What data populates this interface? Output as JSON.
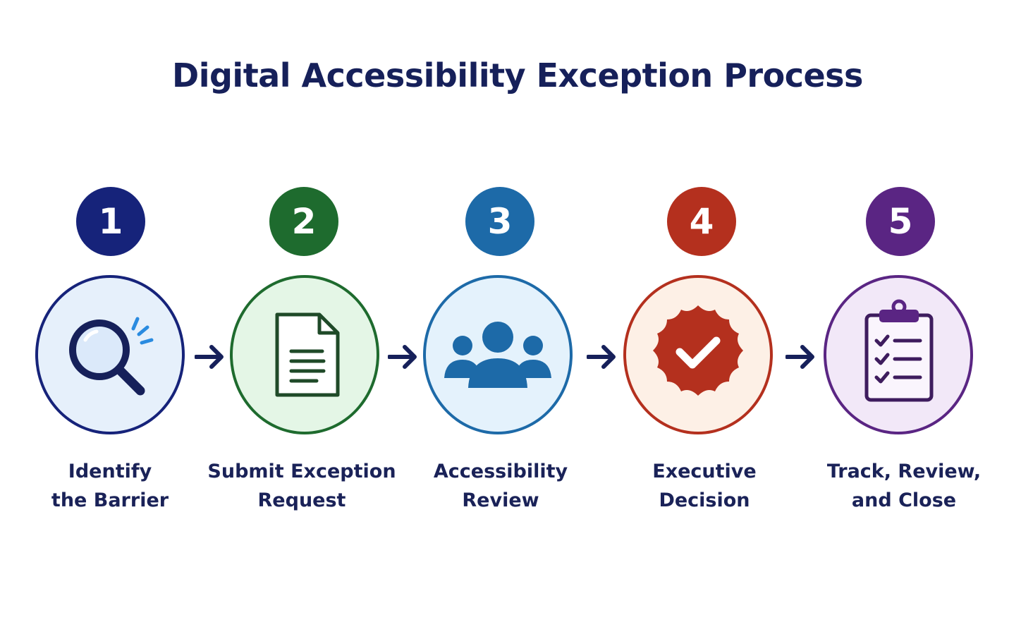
{
  "title": "Digital Accessibility Exception Process",
  "steps": [
    {
      "number": "1",
      "line1": "Identify",
      "line2": "the Barrier",
      "icon": "magnifier-icon",
      "color": "#16237a",
      "fill": "#e6f0fb"
    },
    {
      "number": "2",
      "line1": "Submit Exception",
      "line2": "Request",
      "icon": "document-icon",
      "color": "#1e6b2e",
      "fill": "#e4f6e6"
    },
    {
      "number": "3",
      "line1": "Accessibility",
      "line2": "Review",
      "icon": "people-icon",
      "color": "#1d6aa8",
      "fill": "#e4f2fc"
    },
    {
      "number": "4",
      "line1": "Executive",
      "line2": "Decision",
      "icon": "approval-seal-icon",
      "color": "#b4301e",
      "fill": "#fdf0e6"
    },
    {
      "number": "5",
      "line1": "Track, Review,",
      "line2": "and Close",
      "icon": "checklist-clipboard-icon",
      "color": "#5a2583",
      "fill": "#f2e8f8"
    }
  ]
}
